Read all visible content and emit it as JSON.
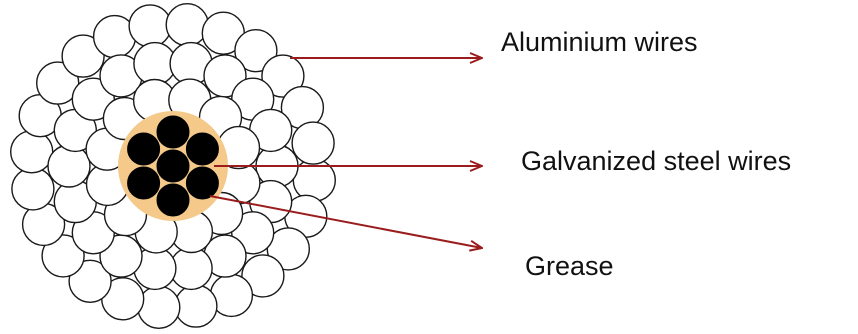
{
  "labels": {
    "aluminium": "Aluminium wires",
    "steel": "Galvanized steel wires",
    "grease": "Grease"
  },
  "colors": {
    "aluminium_fill": "#ffffff",
    "wire_outline": "#1a1a1a",
    "steel_fill": "#000000",
    "grease_fill": "#f4c98a",
    "arrow": "#9b1c1c",
    "text": "#111111"
  }
}
